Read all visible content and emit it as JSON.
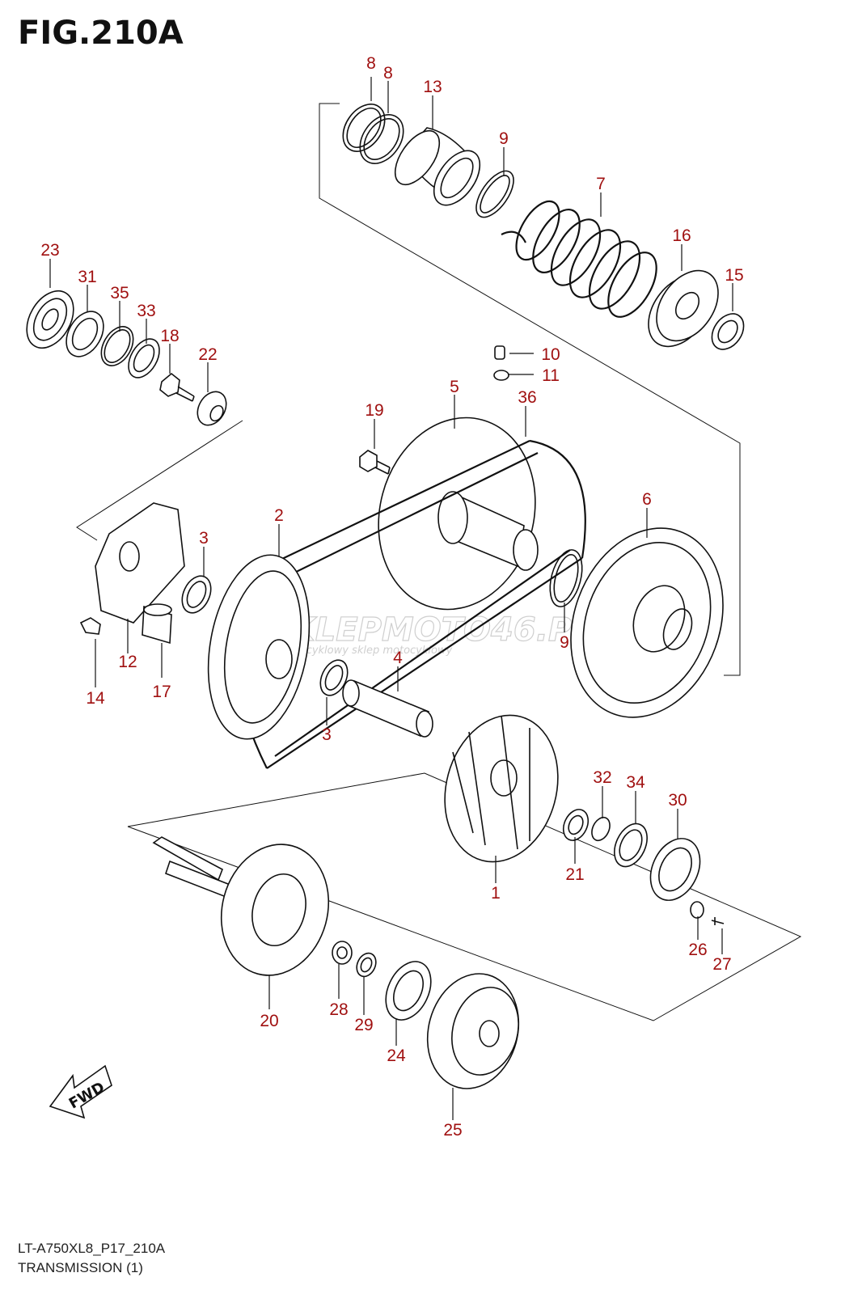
{
  "figure": {
    "title": "FIG.210A",
    "model_code": "LT-A750XL8_P17_210A",
    "section_name": "TRANSMISSION (1)",
    "fwd_label": "FWD",
    "watermark_top": "SKLEPMOTO46.PL",
    "watermark_sub": "motocyklowy sklep motocyklowy"
  },
  "callouts": [
    {
      "id": "c1",
      "label": "1"
    },
    {
      "id": "c2",
      "label": "2"
    },
    {
      "id": "c3a",
      "label": "3"
    },
    {
      "id": "c3b",
      "label": "3"
    },
    {
      "id": "c4",
      "label": "4"
    },
    {
      "id": "c5",
      "label": "5"
    },
    {
      "id": "c6",
      "label": "6"
    },
    {
      "id": "c7",
      "label": "7"
    },
    {
      "id": "c8a",
      "label": "8"
    },
    {
      "id": "c8b",
      "label": "8"
    },
    {
      "id": "c9a",
      "label": "9"
    },
    {
      "id": "c9b",
      "label": "9"
    },
    {
      "id": "c10",
      "label": "10"
    },
    {
      "id": "c11",
      "label": "11"
    },
    {
      "id": "c12",
      "label": "12"
    },
    {
      "id": "c13",
      "label": "13"
    },
    {
      "id": "c14",
      "label": "14"
    },
    {
      "id": "c15",
      "label": "15"
    },
    {
      "id": "c16",
      "label": "16"
    },
    {
      "id": "c17",
      "label": "17"
    },
    {
      "id": "c18",
      "label": "18"
    },
    {
      "id": "c19",
      "label": "19"
    },
    {
      "id": "c20",
      "label": "20"
    },
    {
      "id": "c21",
      "label": "21"
    },
    {
      "id": "c22",
      "label": "22"
    },
    {
      "id": "c23",
      "label": "23"
    },
    {
      "id": "c24",
      "label": "24"
    },
    {
      "id": "c25",
      "label": "25"
    },
    {
      "id": "c26",
      "label": "26"
    },
    {
      "id": "c27",
      "label": "27"
    },
    {
      "id": "c28",
      "label": "28"
    },
    {
      "id": "c29",
      "label": "29"
    },
    {
      "id": "c30",
      "label": "30"
    },
    {
      "id": "c31",
      "label": "31"
    },
    {
      "id": "c32",
      "label": "32"
    },
    {
      "id": "c33",
      "label": "33"
    },
    {
      "id": "c34",
      "label": "34"
    },
    {
      "id": "c35",
      "label": "35"
    },
    {
      "id": "c36",
      "label": "36"
    }
  ]
}
